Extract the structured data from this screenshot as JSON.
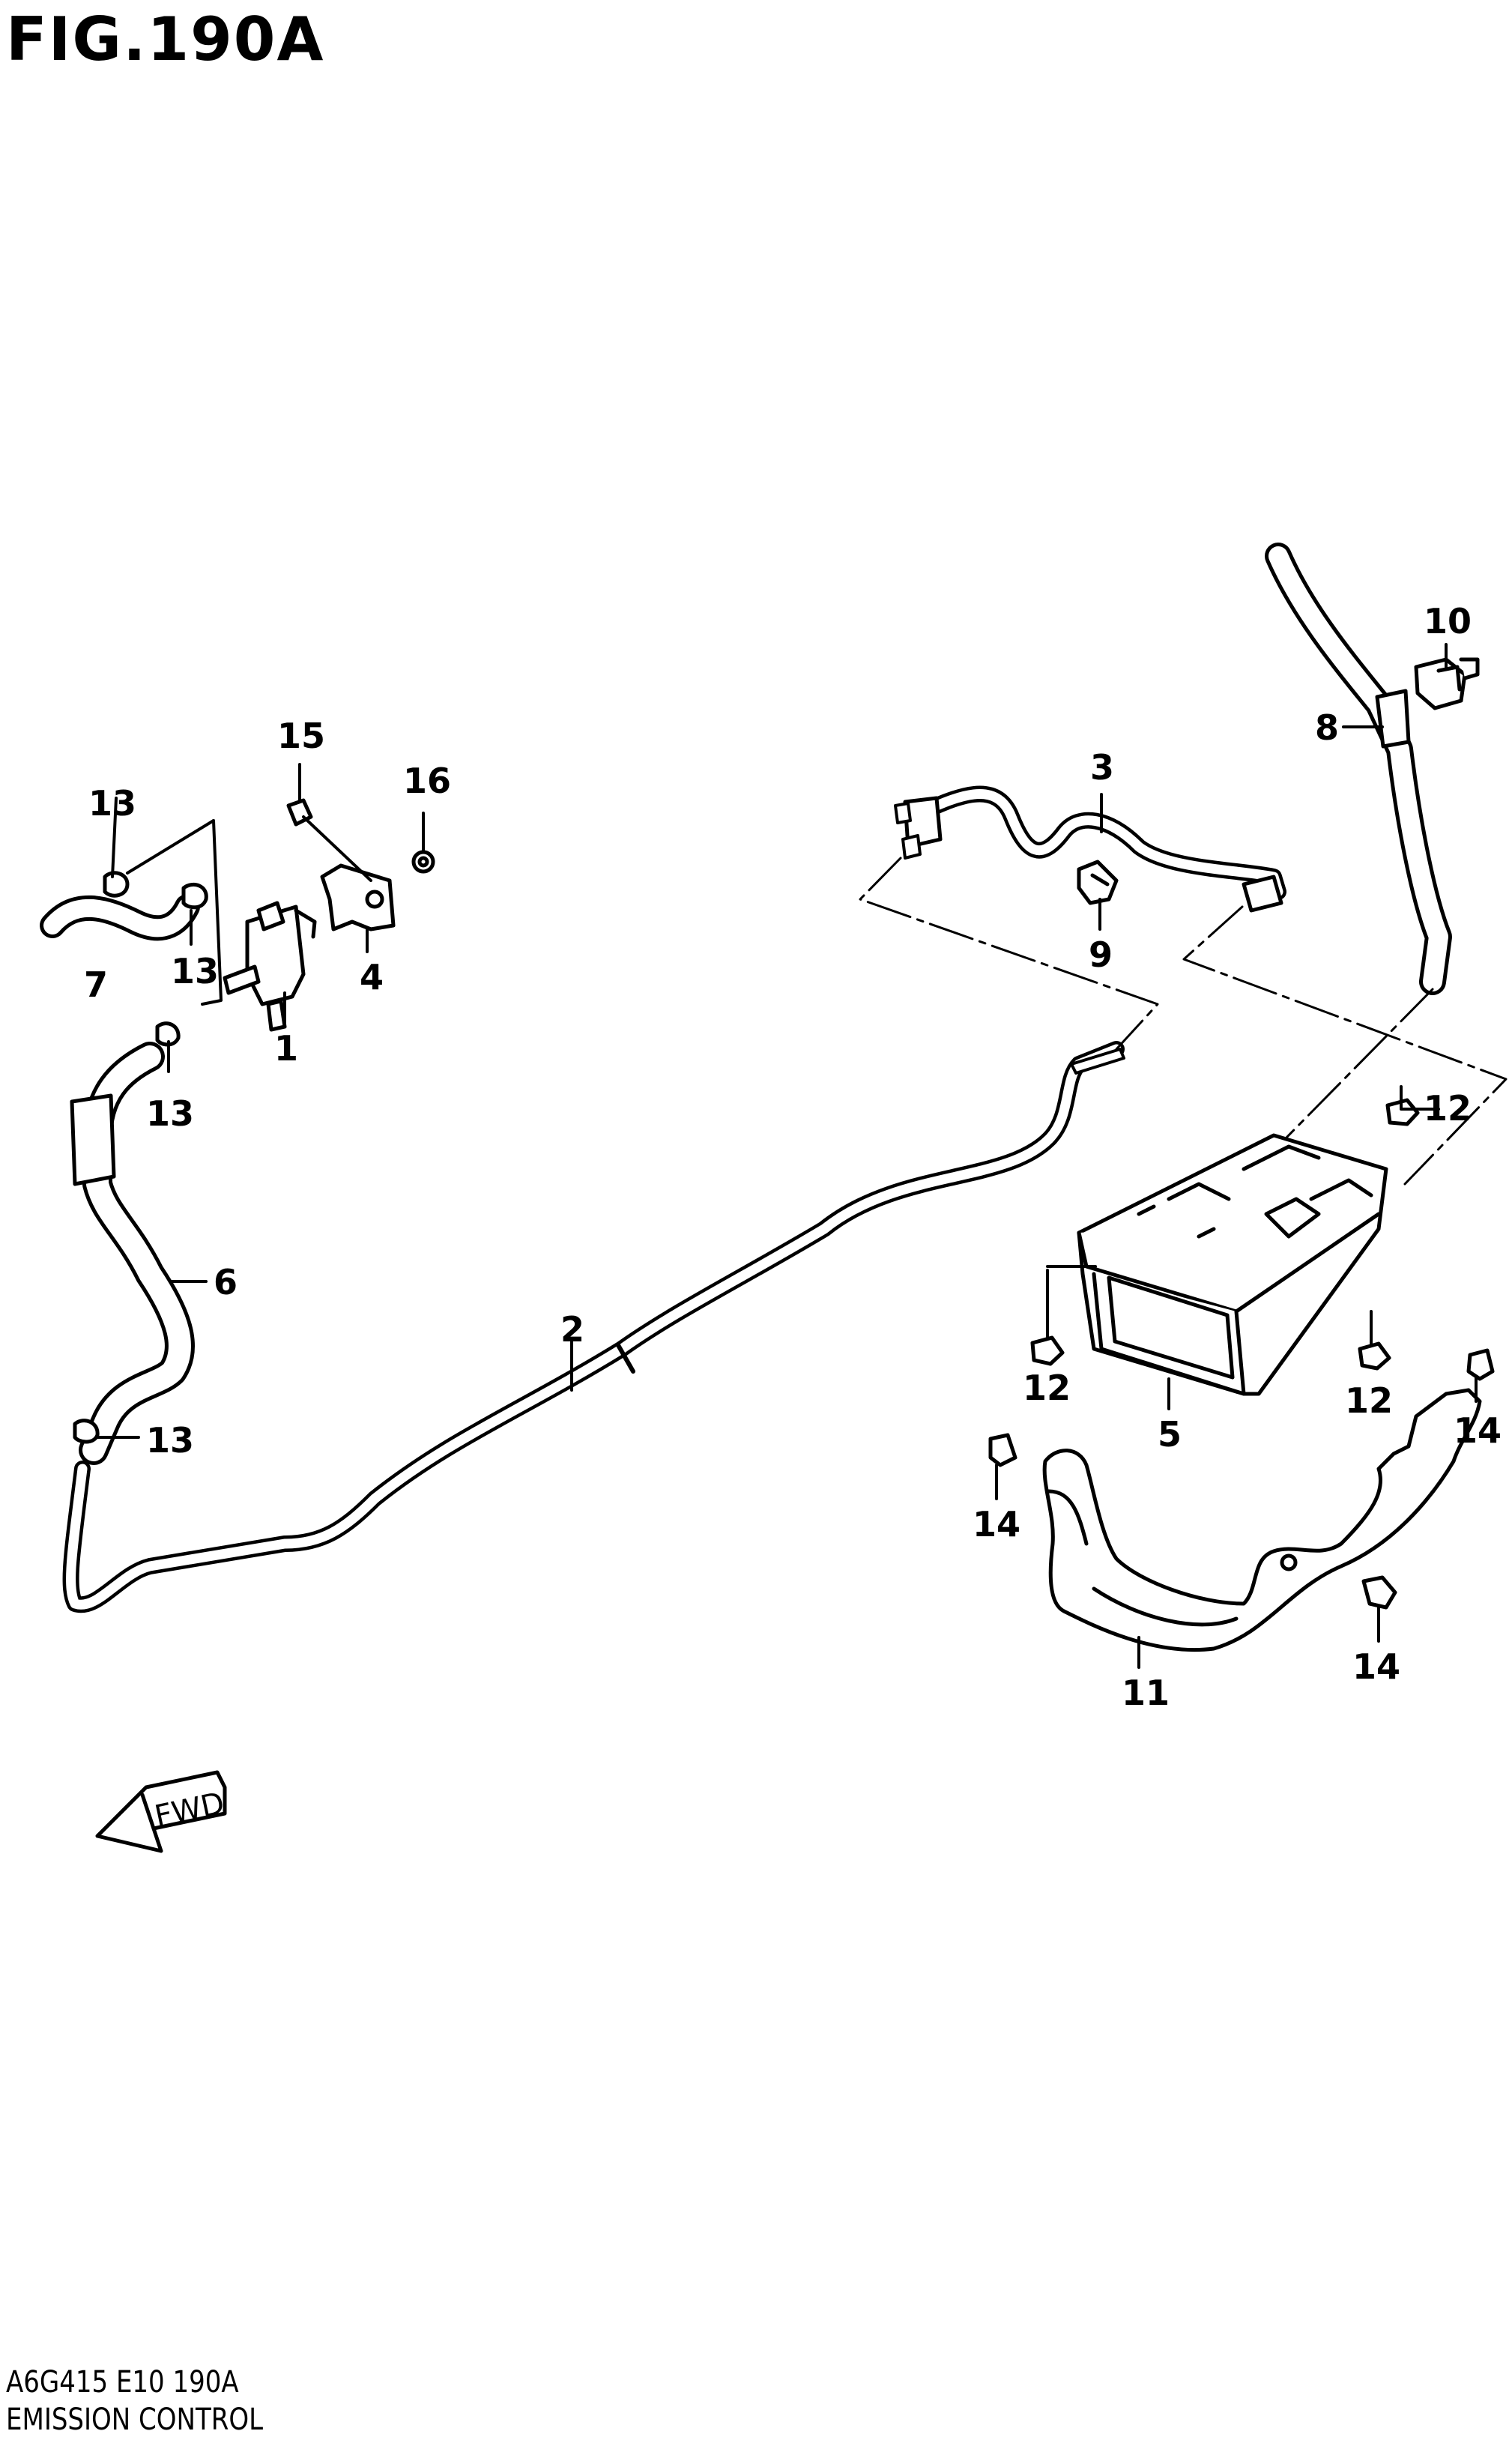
{
  "figure_title": "FIG.190A",
  "callouts": {
    "c1": "1",
    "c2": "2",
    "c3": "3",
    "c4": "4",
    "c5": "5",
    "c6": "6",
    "c7": "7",
    "c8": "8",
    "c9": "9",
    "c10": "10",
    "c11": "11",
    "c12a": "12",
    "c12b": "12",
    "c12c": "12",
    "c13a": "13",
    "c13b": "13",
    "c13c": "13",
    "c13d": "13",
    "c14a": "14",
    "c14b": "14",
    "c14c": "14",
    "c15": "15",
    "c16": "16"
  },
  "fwd_label": "FWD",
  "footer": {
    "code": "A6G415 E10 190A",
    "name": "EMISSION CONTROL"
  }
}
